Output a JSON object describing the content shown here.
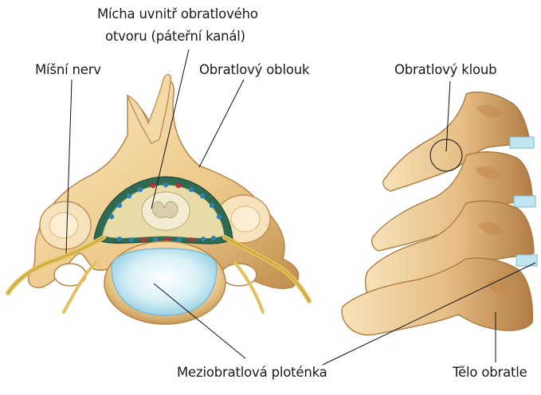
{
  "labels": {
    "spinal_cord_line1": "Mícha uvnitř obratlového",
    "spinal_cord_line2": "otvoru (páteřní kanál)",
    "spinal_nerve": "Míšní nerv",
    "vertebral_arch": "Obratlový oblouk",
    "vertebral_joint": "Obratlový kloub",
    "intervertebral_disc": "Meziobratlová ploténka",
    "vertebral_body": "Tělo obratle"
  },
  "colors": {
    "bone_light": "#f6dfae",
    "bone_mid": "#ecc886",
    "bone_dark": "#c99a55",
    "bone_shadow": "#a8743a",
    "disc": "#bfe6f0",
    "canal_green": "#2f6a52",
    "vessel_red": "#cc2a33",
    "vessel_blue": "#2f7fb8",
    "leader_line": "#111111"
  }
}
